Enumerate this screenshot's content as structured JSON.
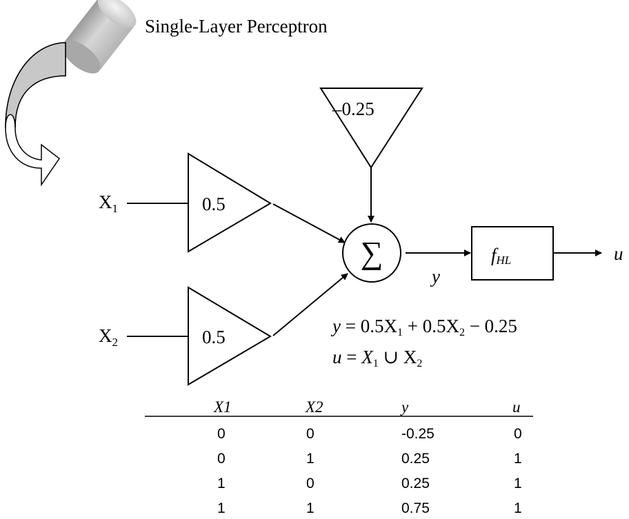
{
  "title": "Single-Layer Perceptron",
  "bias": {
    "value": "–0.25"
  },
  "inputs": [
    {
      "base": "X",
      "sub": "1",
      "weight": "0.5"
    },
    {
      "base": "X",
      "sub": "2",
      "weight": "0.5"
    }
  ],
  "summation": {
    "symbol": "∑"
  },
  "signal": {
    "y": "y",
    "u": "u"
  },
  "activation": {
    "f": "f",
    "sub": "HL"
  },
  "equations": {
    "eq1": {
      "lhs": "y",
      "rhs_a": "0.5X",
      "sub_a": "1",
      "rhs_b": " + 0.5X",
      "sub_b": "2",
      "rhs_c": " − 0.25"
    },
    "eq2": {
      "lhs": "u",
      "rhs_a": "X",
      "sub_a": "1",
      "op": " ∪ X",
      "sub_b": "2"
    }
  },
  "table": {
    "headers": [
      "X1",
      "X2",
      "y",
      "u"
    ],
    "rows": [
      [
        "0",
        "0",
        "-0.25",
        "0"
      ],
      [
        "0",
        "1",
        "0.25",
        "1"
      ],
      [
        "1",
        "0",
        "0.25",
        "1"
      ],
      [
        "1",
        "1",
        "0.75",
        "1"
      ]
    ]
  }
}
